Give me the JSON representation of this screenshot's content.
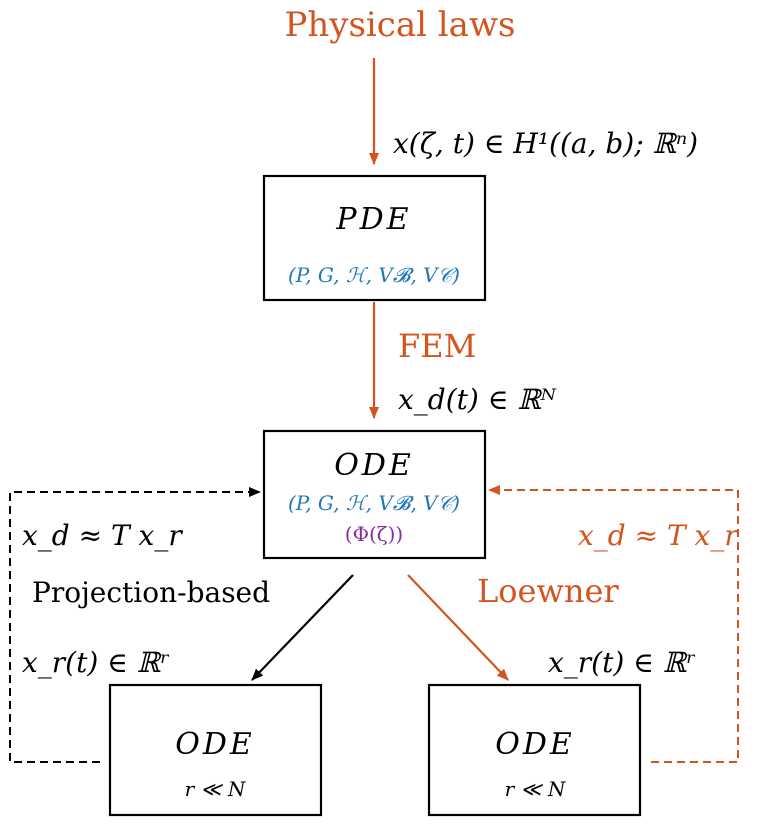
{
  "colors": {
    "orange": "#d4541e",
    "blue": "#1f78b4",
    "purple": "#8a2b9e",
    "black": "#000000"
  },
  "top": {
    "title": "Physical laws",
    "state_space": "x(ζ, t) ∈ H¹((a, b); ℝⁿ)"
  },
  "pde_box": {
    "title": "PDE",
    "params": "(P, G, ℋ, V𝓑, V𝒞)"
  },
  "fem": {
    "label": "FEM",
    "state_space": "x_d(t) ∈ ℝᴺ"
  },
  "ode_box": {
    "title": "ODE",
    "params": "(P, G, ℋ, V𝓑, V𝒞)",
    "basis": "(Φ(ζ))"
  },
  "left_branch": {
    "method": "Projection-based",
    "approx": "x_d ≈ T x_r",
    "reduced_state": "x_r(t) ∈ ℝʳ"
  },
  "right_branch": {
    "method": "Loewner",
    "approx": "x_d ≈ T x_r",
    "reduced_state": "x_r(t) ∈ ℝʳ"
  },
  "reduced_left": {
    "title": "ODE",
    "condition": "r ≪ N"
  },
  "reduced_right": {
    "title": "ODE",
    "condition": "r ≪ N"
  }
}
